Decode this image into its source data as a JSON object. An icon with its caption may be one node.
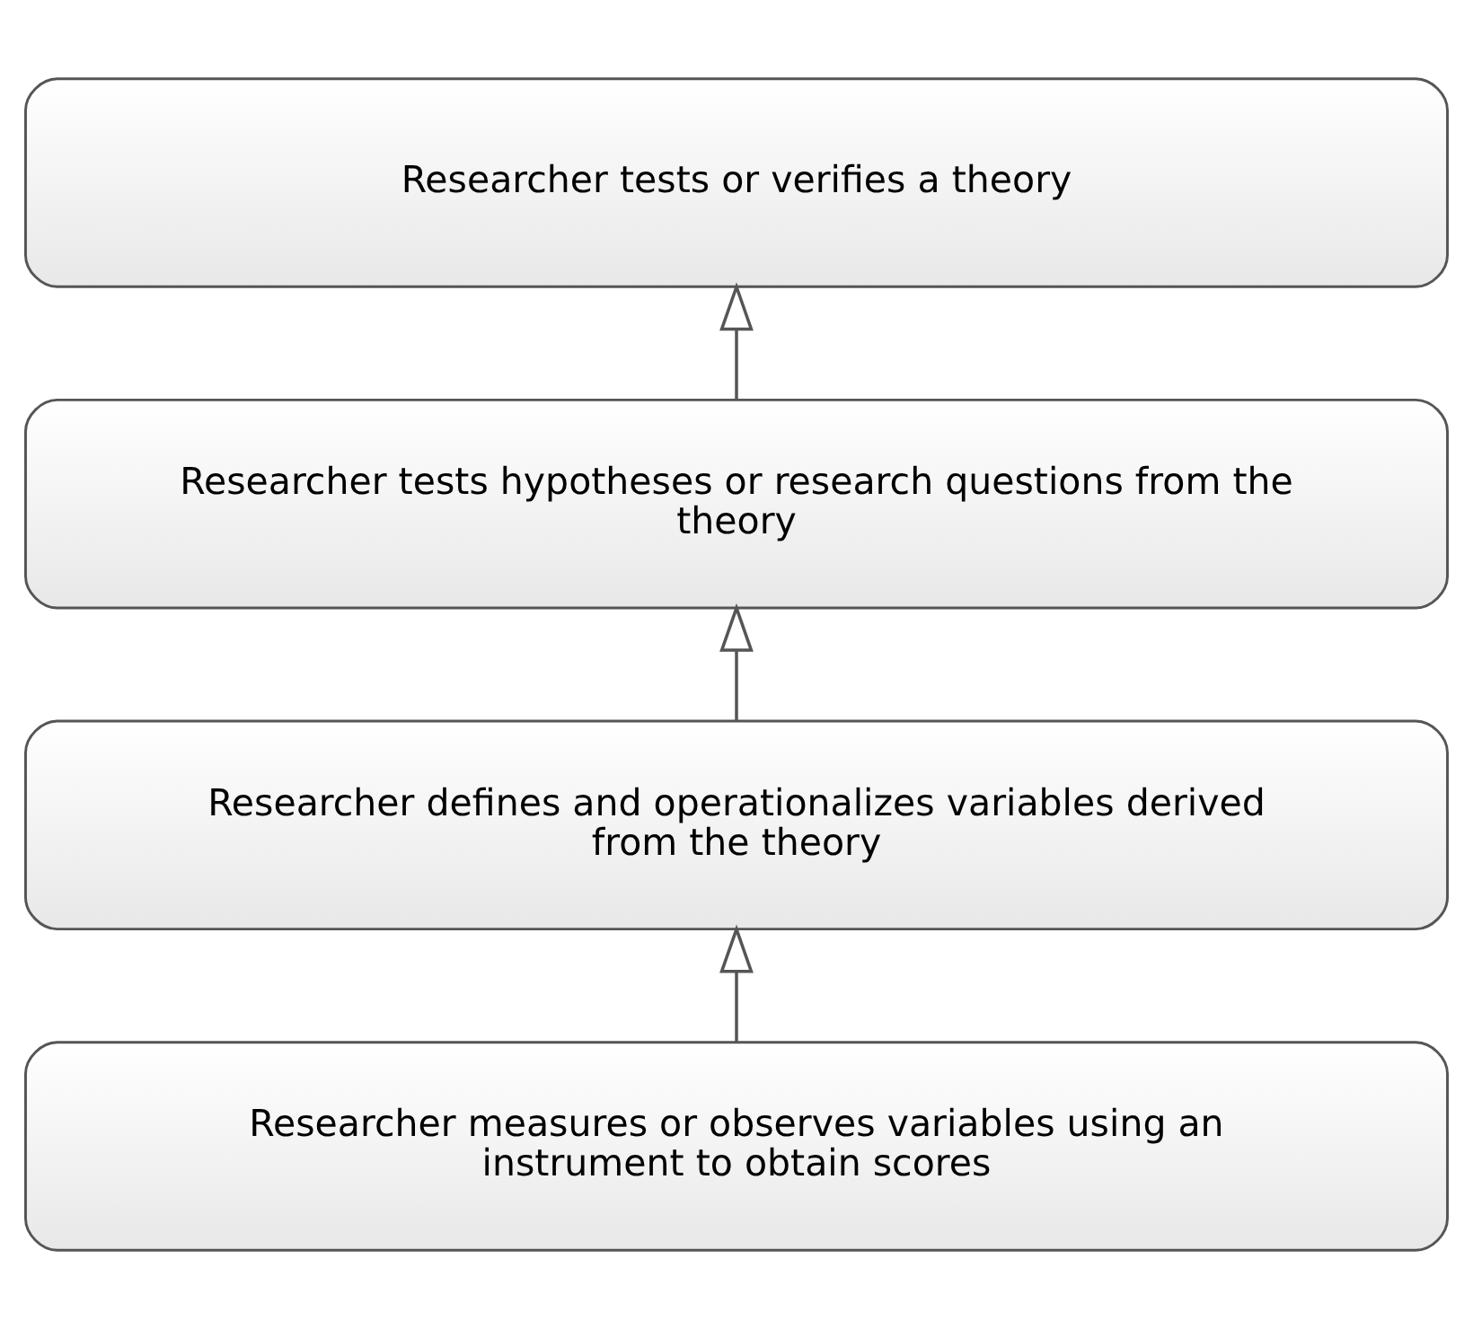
{
  "diagram": {
    "nodes": [
      {
        "text": [
          "Researcher tests or verifies a theory"
        ]
      },
      {
        "text": [
          "Researcher tests hypotheses or research questions from the theory"
        ]
      },
      {
        "text": [
          "Researcher defines and operationalizes variables derived from the theory"
        ]
      },
      {
        "text": [
          "Researcher measures or observes variables using an instrument to obtain scores"
        ]
      }
    ],
    "edges": [
      {
        "from": 3,
        "to": 2,
        "arrow": "to"
      },
      {
        "from": 2,
        "to": 1,
        "arrow": "to"
      },
      {
        "from": 1,
        "to": 0,
        "arrow": "to"
      }
    ]
  }
}
